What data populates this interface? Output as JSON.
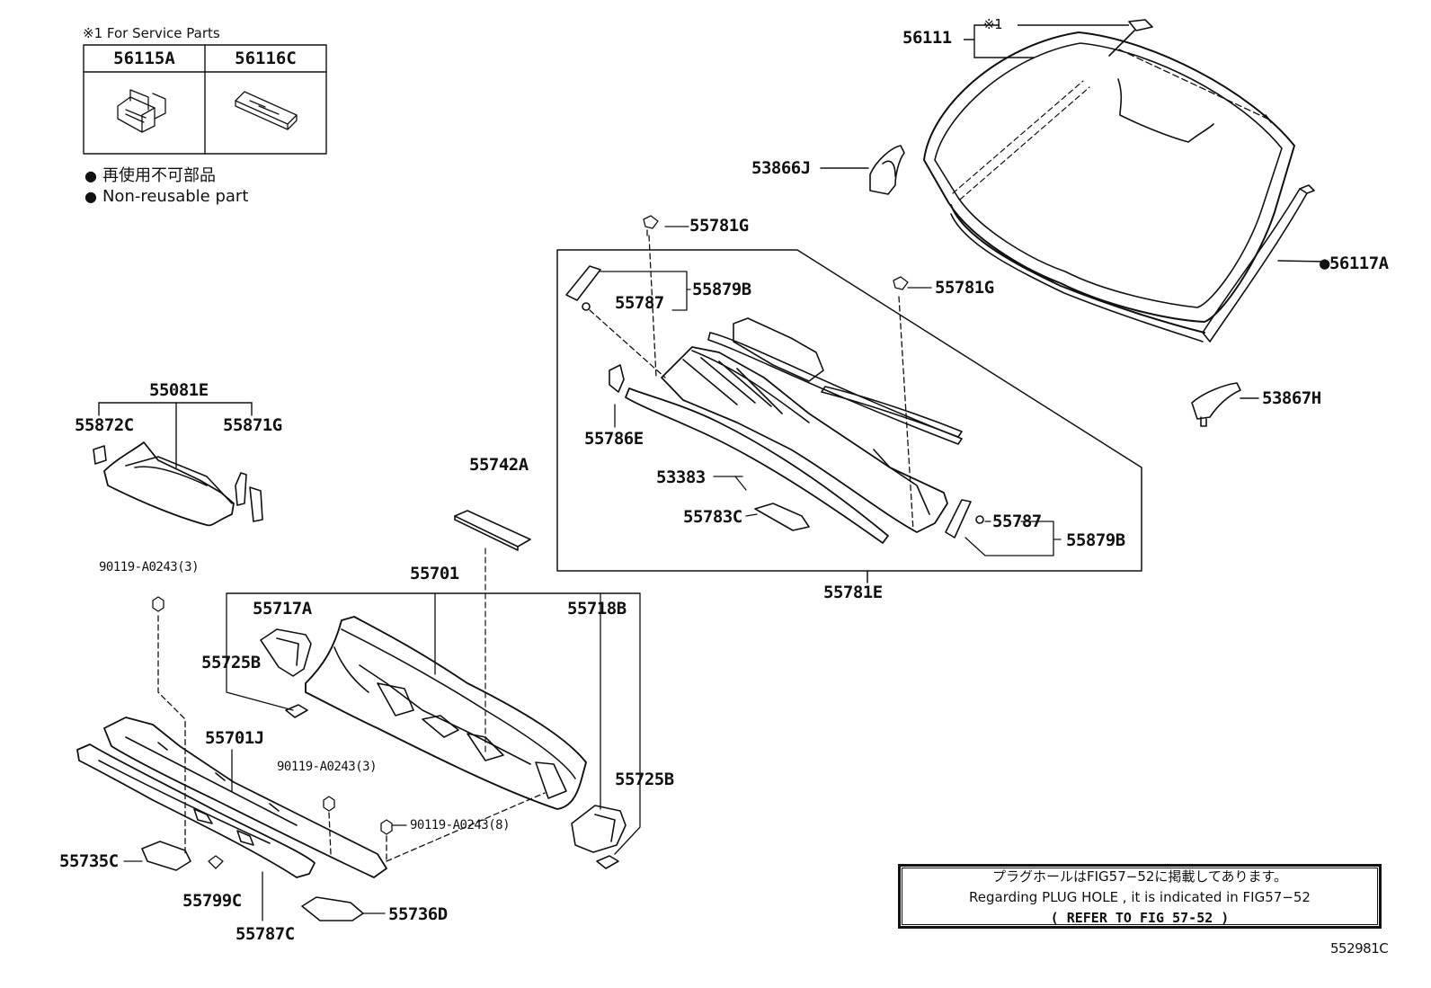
{
  "service_parts": {
    "title": "※1 For Service Parts",
    "columns": [
      "56115A",
      "56116C"
    ]
  },
  "legend": {
    "bullet_symbol": "●",
    "line_jp": "再使用不可部品",
    "line_en": "Non-reusable part"
  },
  "callouts": {
    "p56111": "56111",
    "note1": "※1",
    "p53866J": "53866J",
    "p56117A": "●56117A",
    "p53867H": "53867H",
    "p55781G_a": "55781G",
    "p55781G_b": "55781G",
    "p55879B_a": "55879B",
    "p55787_a": "55787",
    "p55786E": "55786E",
    "p53383": "53383",
    "p55783C": "55783C",
    "p55787_b": "55787",
    "p55879B_b": "55879B",
    "p55781E": "55781E",
    "p55081E": "55081E",
    "p55872C": "55872C",
    "p55871G": "55871G",
    "p55742A": "55742A",
    "p90119_a": "90119-A0243(3)",
    "p55701": "55701",
    "p55717A": "55717A",
    "p55718B": "55718B",
    "p55725B_a": "55725B",
    "p55701J": "55701J",
    "p90119_b": "90119-A0243(3)",
    "p90119_c": "90119-A0243(8)",
    "p55725B_b": "55725B",
    "p55735C": "55735C",
    "p55799C": "55799C",
    "p55736D": "55736D",
    "p55787C": "55787C"
  },
  "note": {
    "line_jp": "プラグホールはFIG57−52に掲載してあります。",
    "line_en": "Regarding PLUG HOLE , it is indicated in FIG57−52",
    "line_ref": "(  REFER TO FIG 57-52  )"
  },
  "figure_id": "552981C"
}
